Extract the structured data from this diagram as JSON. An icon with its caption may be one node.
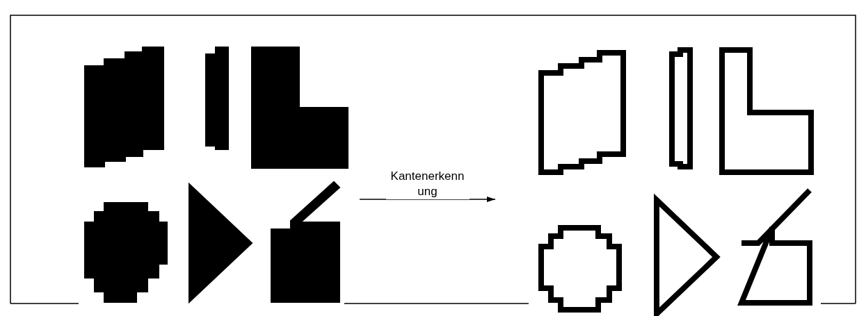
{
  "diagram": {
    "nodes": [
      {
        "text": [],
        "shape": "picture"
      },
      {
        "text": [],
        "shape": "picture"
      }
    ],
    "edges": [
      {
        "from": 0,
        "to": 1,
        "arrow": "to",
        "label": "Kantenerkenn ung"
      }
    ]
  }
}
